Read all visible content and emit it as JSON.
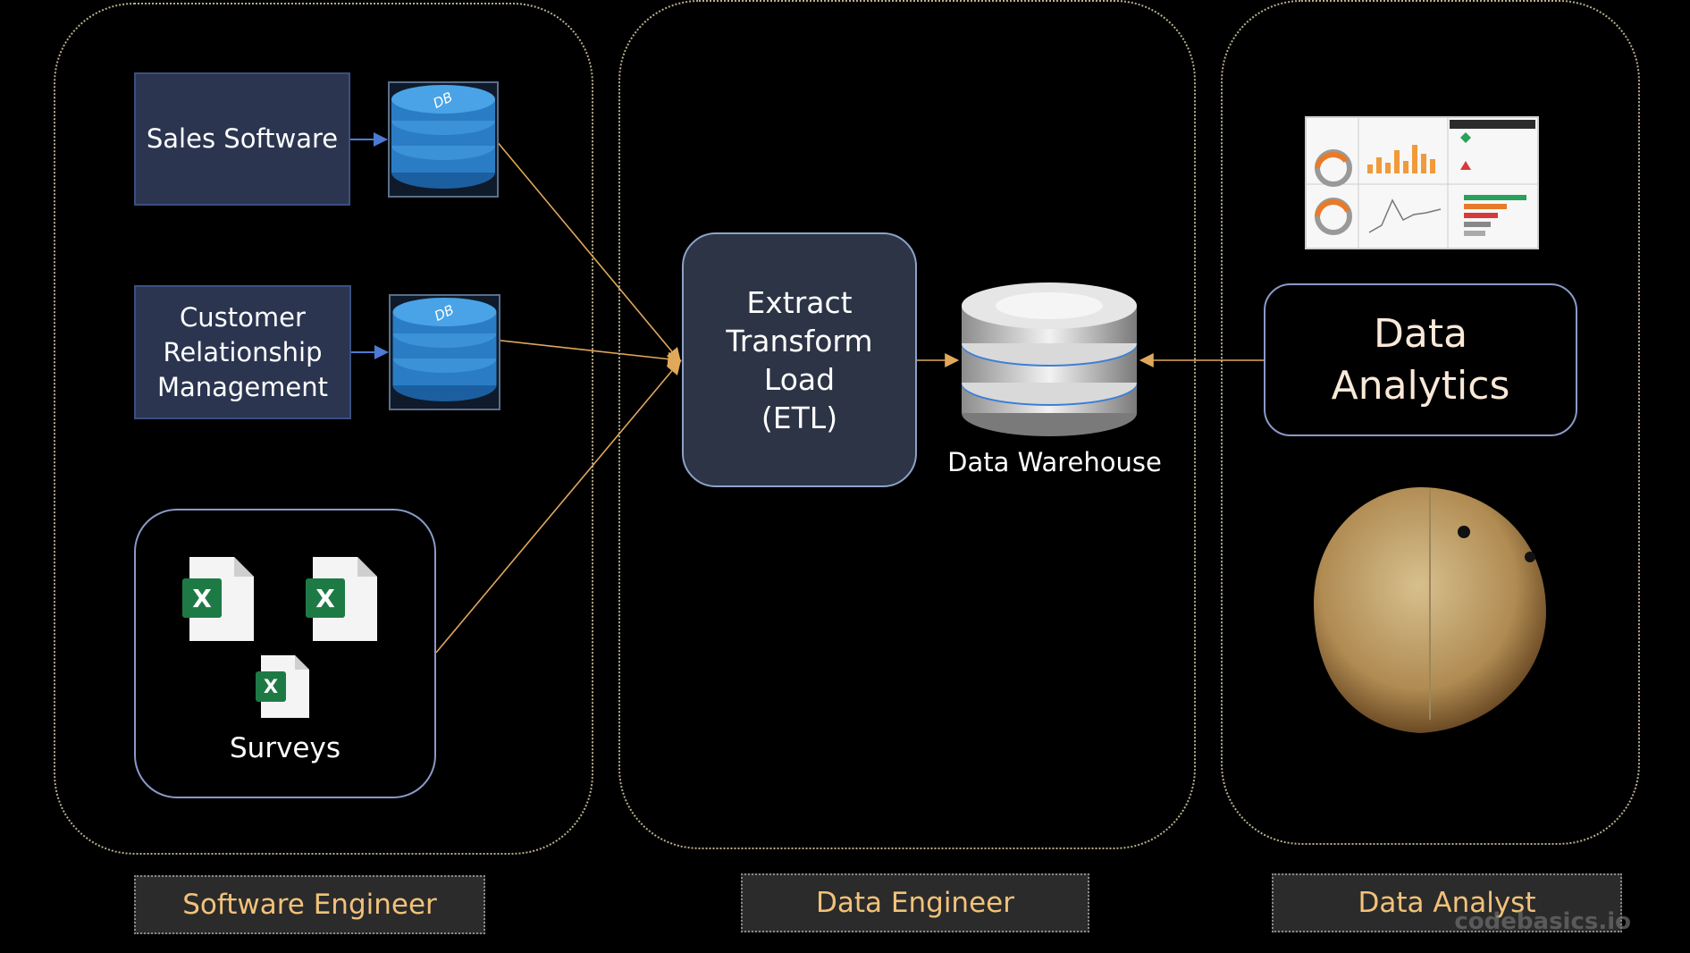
{
  "sources": {
    "sales": "Sales Software",
    "crm": "Customer\nRelationship\nManagement",
    "db_label": "DB",
    "surveys": "Surveys",
    "excel_letter": "X"
  },
  "pipeline": {
    "etl": "Extract\nTransform\nLoad\n(ETL)",
    "warehouse": "Data Warehouse"
  },
  "analytics": {
    "label": "Data\nAnalytics"
  },
  "roles": {
    "software": "Software Engineer",
    "data_engineer": "Data Engineer",
    "data_analyst": "Data Analyst"
  },
  "watermark": "codebasics.io",
  "colors": {
    "lane_border": "#b8ad8c",
    "arrow_orange": "#e0a85a",
    "arrow_blue": "#4c7bd4",
    "role_text": "#f2c27a"
  }
}
